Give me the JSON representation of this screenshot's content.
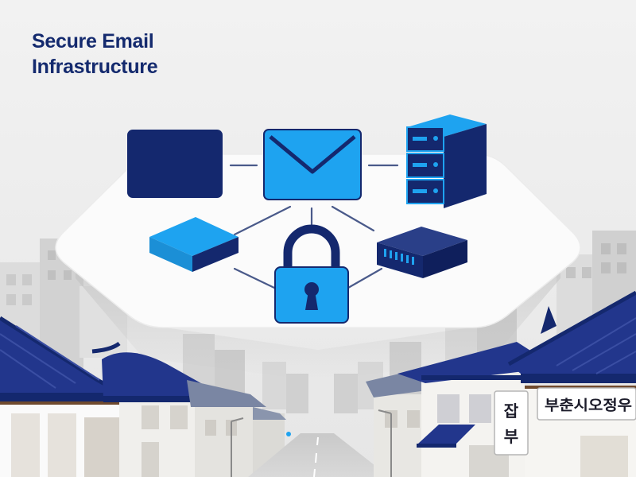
{
  "title": {
    "line1": "Secure Email",
    "line2": "Infrastructure"
  },
  "street_signs": {
    "vertical_top": "잡",
    "vertical_bottom": "부",
    "horizontal": "부춘시오정우"
  },
  "icons": [
    "window-icon",
    "envelope-icon",
    "server-rack-icon",
    "storage-box-icon",
    "padlock-icon",
    "network-switch-icon"
  ],
  "colors": {
    "navy": "#14286e",
    "blue": "#1ea3f0",
    "title": "#142a6e",
    "connector": "#4a5a8a",
    "platform": "#fbfbfb"
  }
}
